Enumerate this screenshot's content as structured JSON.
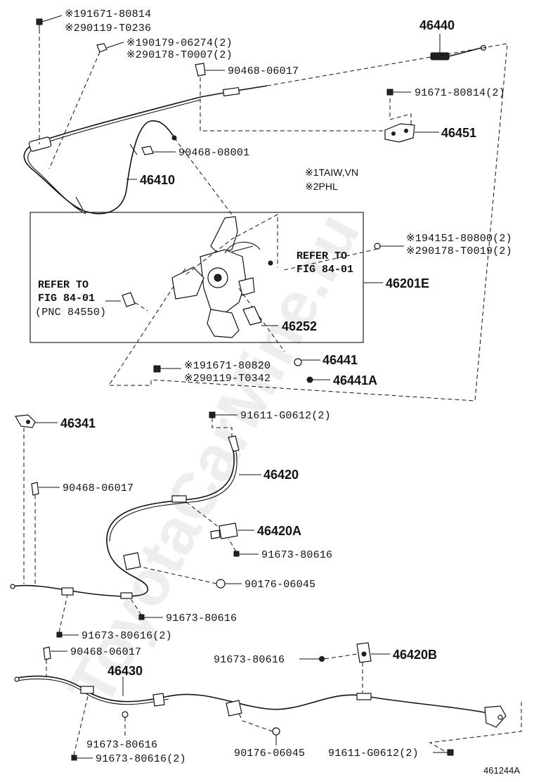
{
  "watermark": "ToyotaCarMine.ru",
  "figure_id": "461244A",
  "legend": [
    {
      "mark": "※1",
      "text": "TAIW,VN"
    },
    {
      "mark": "※2",
      "text": "PHL"
    }
  ],
  "refer_right": [
    "REFER TO",
    "FIG 84-01"
  ],
  "refer_left": [
    "REFER TO",
    "FIG 84-01",
    "(PNC 84550)"
  ],
  "labels": {
    "l_91671_80814_v1": "※191671-80814",
    "l_90119_t0236": "※290119-T0236",
    "l_90179_06274": "※190179-06274(2)",
    "l_90178_t0007": "※290178-T0007(2)",
    "l_90468_06017_a": "90468-06017",
    "l_46440": "46440",
    "l_91671_80814_2": "91671-80814(2)",
    "l_46451": "46451",
    "l_90468_08001": "90468-08001",
    "l_46410": "46410",
    "l_94151_80800": "※194151-80800(2)",
    "l_90178_t0019": "※290178-T0019(2)",
    "l_46201e": "46201E",
    "l_46252": "46252",
    "l_46441": "46441",
    "l_46441a": "46441A",
    "l_91671_80820": "※191671-80820",
    "l_90119_t0342": "※290119-T0342",
    "l_46341": "46341",
    "l_91611_g0612_a": "91611-G0612(2)",
    "l_46420": "46420",
    "l_90468_06017_b": "90468-06017",
    "l_46420a": "46420A",
    "l_91673_80616_a": "91673-80616",
    "l_90176_06045_a": "90176-06045",
    "l_91673_80616_b": "91673-80616",
    "l_91673_80616_c": "91673-80616(2)",
    "l_90468_06017_c": "90468-06017",
    "l_91673_80616_d": "91673-80616",
    "l_46420b": "46420B",
    "l_46430": "46430",
    "l_91673_80616_e": "91673-80616",
    "l_90176_06045_b": "90176-06045",
    "l_91611_g0612_b": "91611-G0612(2)",
    "l_91673_80616_f": "91673-80616(2)"
  }
}
